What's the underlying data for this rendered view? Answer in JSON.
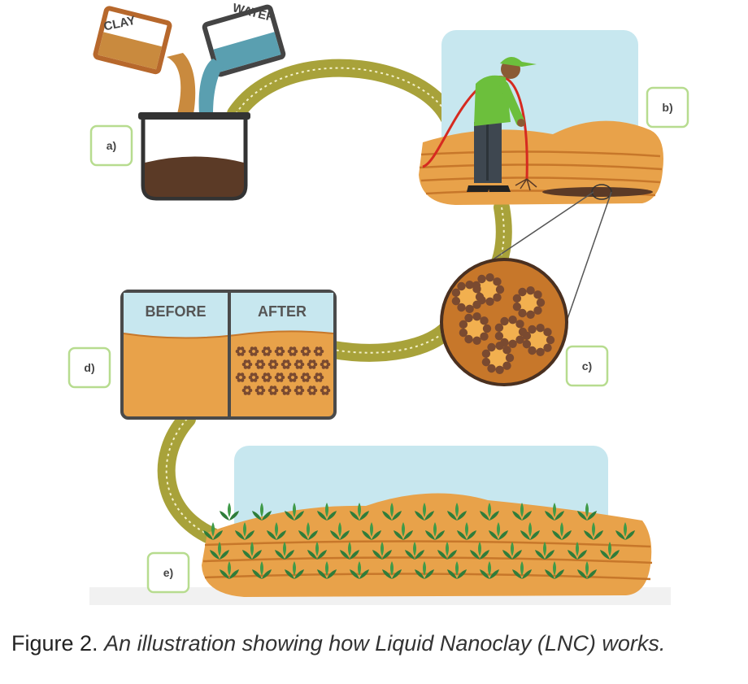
{
  "labels": {
    "clay": "CLAY",
    "water": "WATER",
    "a": "a)",
    "b": "b)",
    "c": "c)",
    "d": "d)",
    "e": "e)",
    "before": "BEFORE",
    "after": "AFTER"
  },
  "caption": {
    "figure": "Figure 2.",
    "text": "An illustration showing how Liquid Nanoclay (LNC) works."
  },
  "colors": {
    "soil": "#e8a24a",
    "soil_dark": "#c7772a",
    "sky": "#c7e7ef",
    "path": "#a8a23a",
    "clay": "#c98a3e",
    "water": "#5a9fb0",
    "mud": "#5b3a26",
    "shirt": "#6cbf3c",
    "leaf": "#2f7d3a",
    "label_border": "#b7dc8f"
  }
}
